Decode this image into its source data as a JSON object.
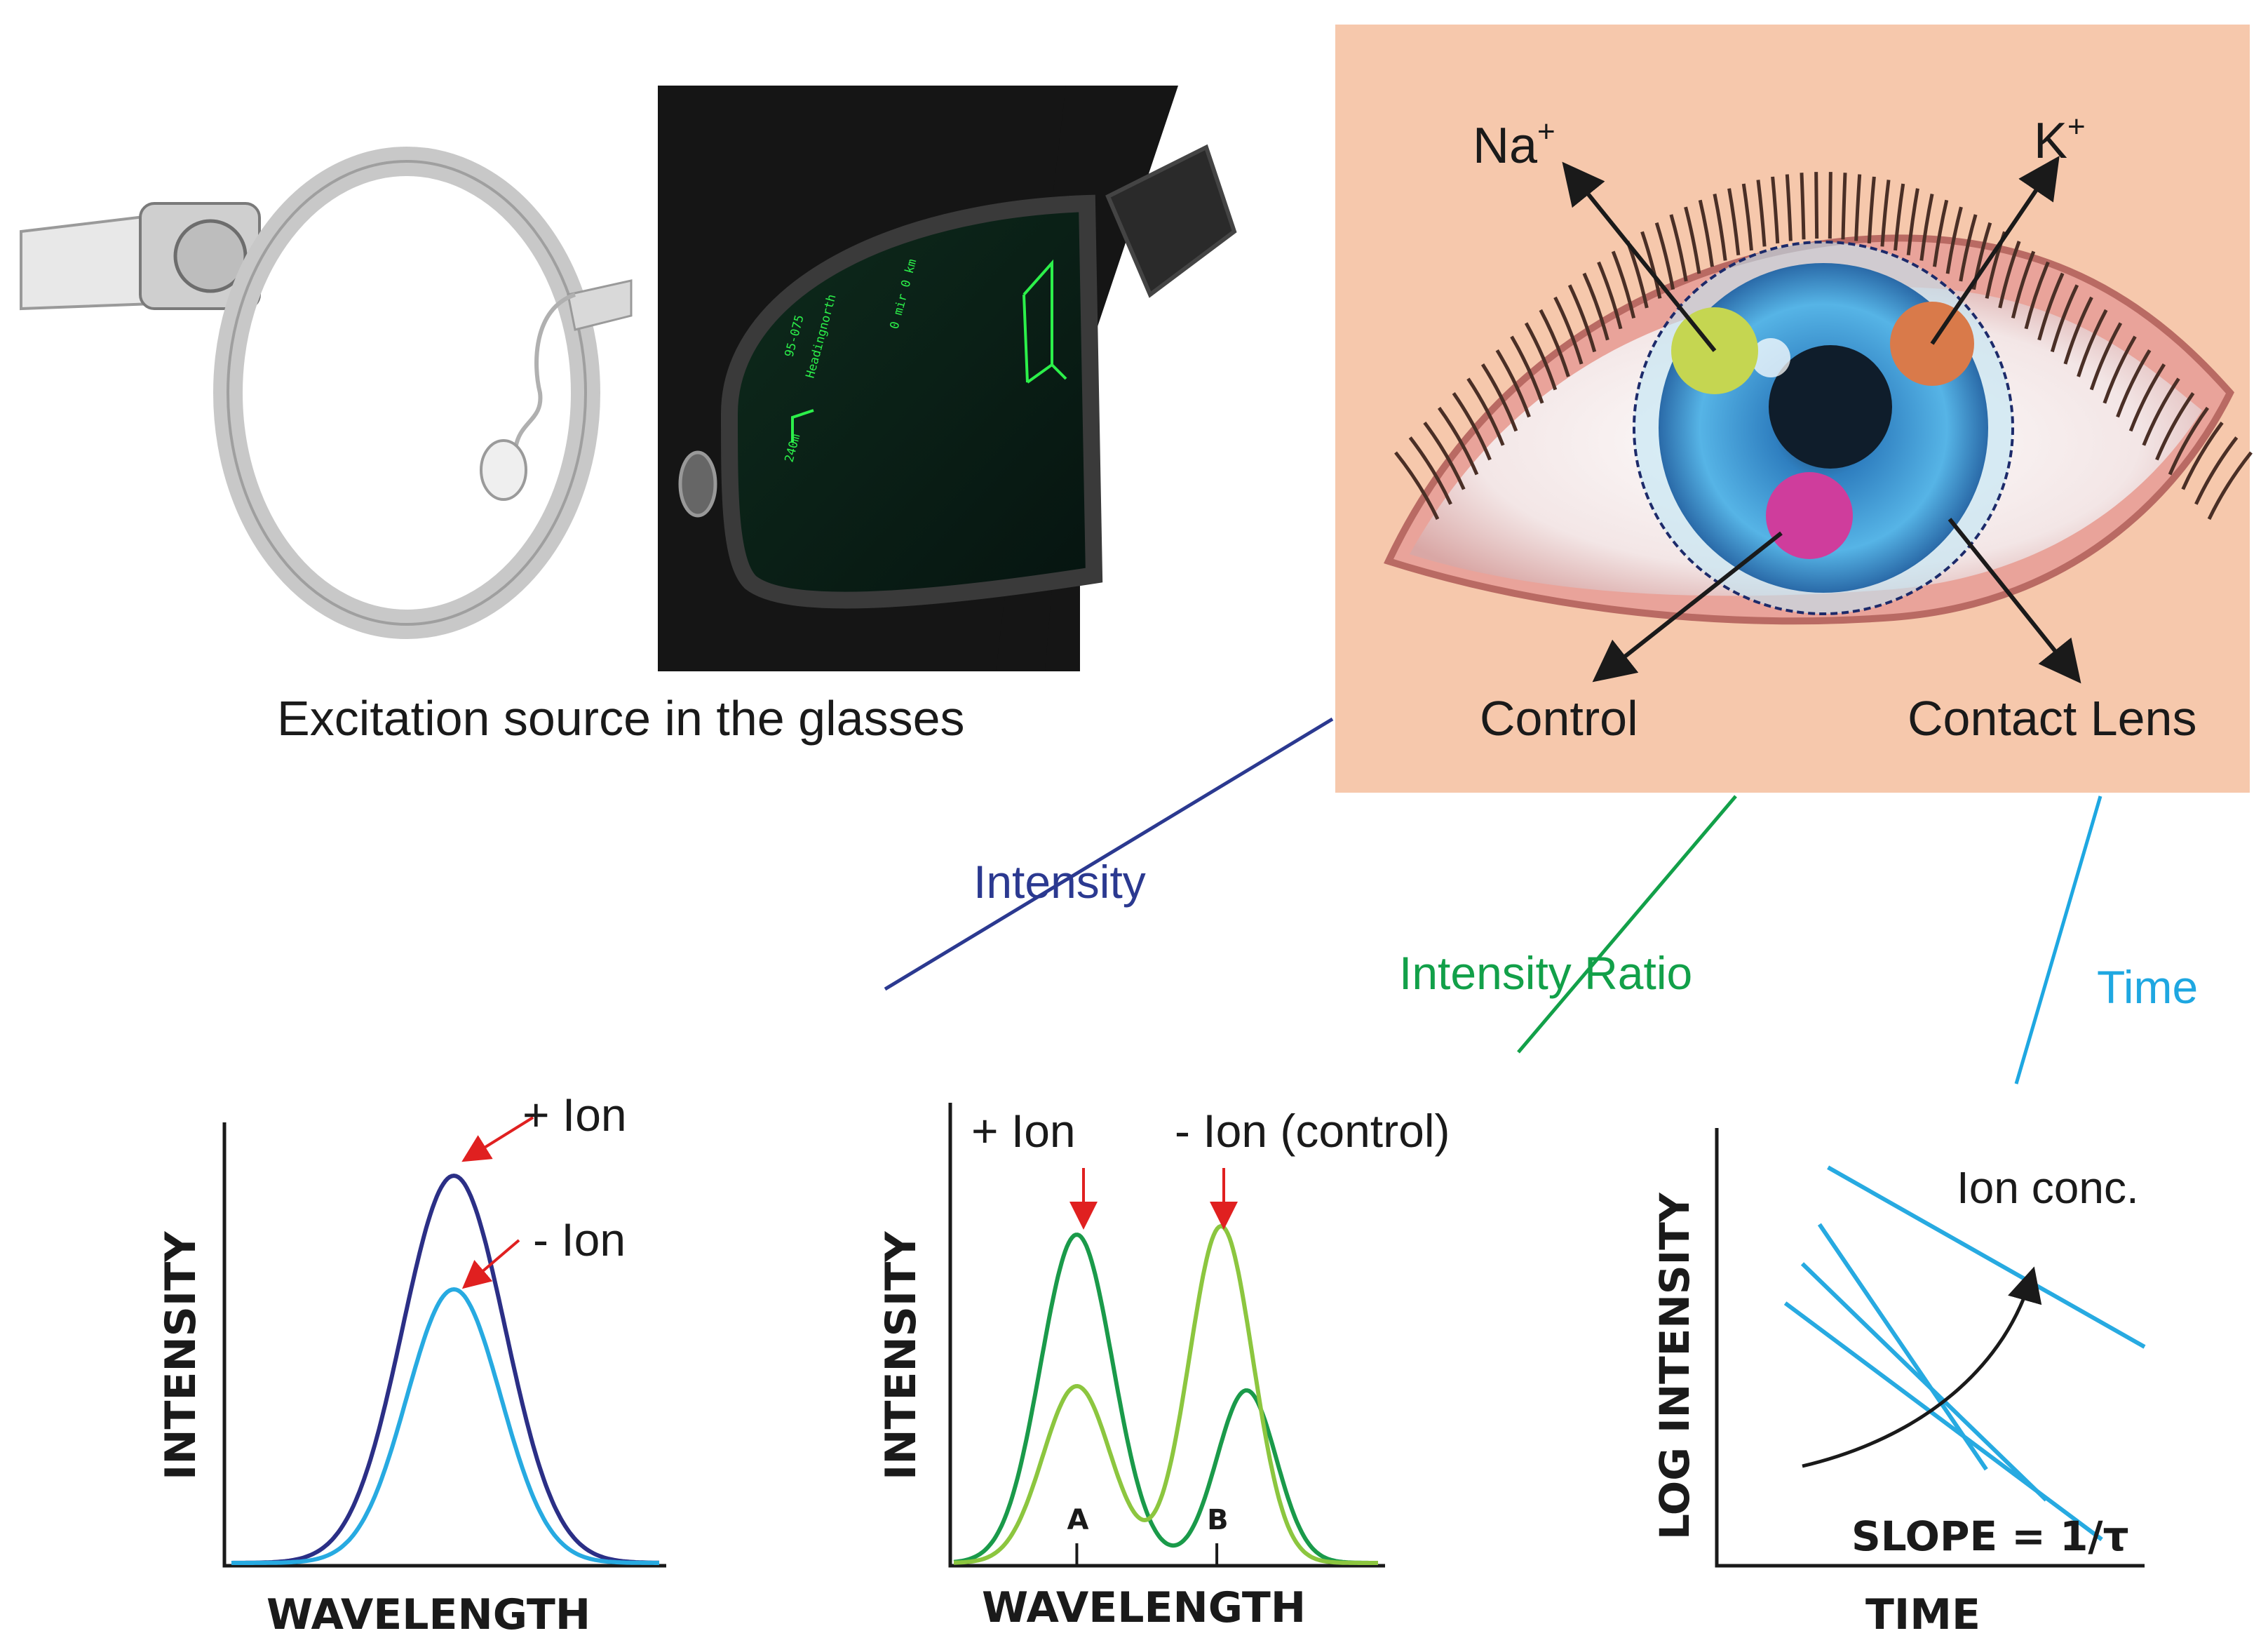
{
  "glasses": {
    "caption": "Excitation source in the glasses",
    "display_lines": [
      "95-075",
      "Headingnorth",
      "240m",
      "0 mir 0 km"
    ]
  },
  "eye": {
    "na_label": "Na",
    "na_charge": "+",
    "k_label": "K",
    "k_charge": "+",
    "control_label": "Control",
    "contact_lens_label": "Contact Lens",
    "colors": {
      "background": "#f6c8ac",
      "na_spot": "#c5d651",
      "k_spot": "#d97a4a",
      "control_spot": "#cf3d9c",
      "iris": "#3d9bd6"
    }
  },
  "connectors": {
    "intensity_label": "Intensity",
    "intensity_ratio_label": "Intensity Ratio",
    "time_label": "Time",
    "colors": {
      "intensity": "#2b3990",
      "intensity_ratio": "#12a049",
      "time": "#1ea7e1"
    }
  },
  "chart_data": [
    {
      "type": "line",
      "xlabel": "WAVELENGTH",
      "ylabel": "INTENSITY",
      "series": [
        {
          "name": "+ Ion",
          "peak_x": 0.52,
          "peak_y": 0.92,
          "width": 0.12,
          "color": "#2b2f86"
        },
        {
          "name": "- Ion",
          "peak_x": 0.52,
          "peak_y": 0.65,
          "width": 0.11,
          "color": "#27aae1"
        }
      ],
      "annotations": [
        "+ Ion",
        "- Ion"
      ]
    },
    {
      "type": "line",
      "xlabel": "WAVELENGTH",
      "ylabel": "INTENSITY",
      "ticks": [
        "A",
        "B"
      ],
      "tick_x": [
        0.29,
        0.62
      ],
      "series": [
        {
          "name": "+ Ion",
          "peaks": [
            [
              0.29,
              0.78,
              0.085
            ],
            [
              0.69,
              0.41,
              0.07
            ]
          ],
          "color": "#1a9a4a"
        },
        {
          "name": "- Ion (control)",
          "peaks": [
            [
              0.29,
              0.42,
              0.08
            ],
            [
              0.63,
              0.8,
              0.075
            ]
          ],
          "color": "#8cc63f"
        }
      ],
      "annotations": [
        "+ Ion",
        "- Ion (control)"
      ]
    },
    {
      "type": "line",
      "xlabel": "TIME",
      "ylabel": "LOG INTENSITY",
      "slope_label": "SLOPE = 1/τ",
      "trend_label": "Ion conc.",
      "series_color": "#27aae1",
      "lines": [
        [
          [
            0.24,
            0.78
          ],
          [
            0.63,
            0.22
          ]
        ],
        [
          [
            0.2,
            0.69
          ],
          [
            0.77,
            0.15
          ]
        ],
        [
          [
            0.16,
            0.6
          ],
          [
            0.9,
            0.06
          ]
        ],
        [
          [
            0.26,
            0.91
          ],
          [
            1.0,
            0.5
          ]
        ]
      ]
    }
  ]
}
